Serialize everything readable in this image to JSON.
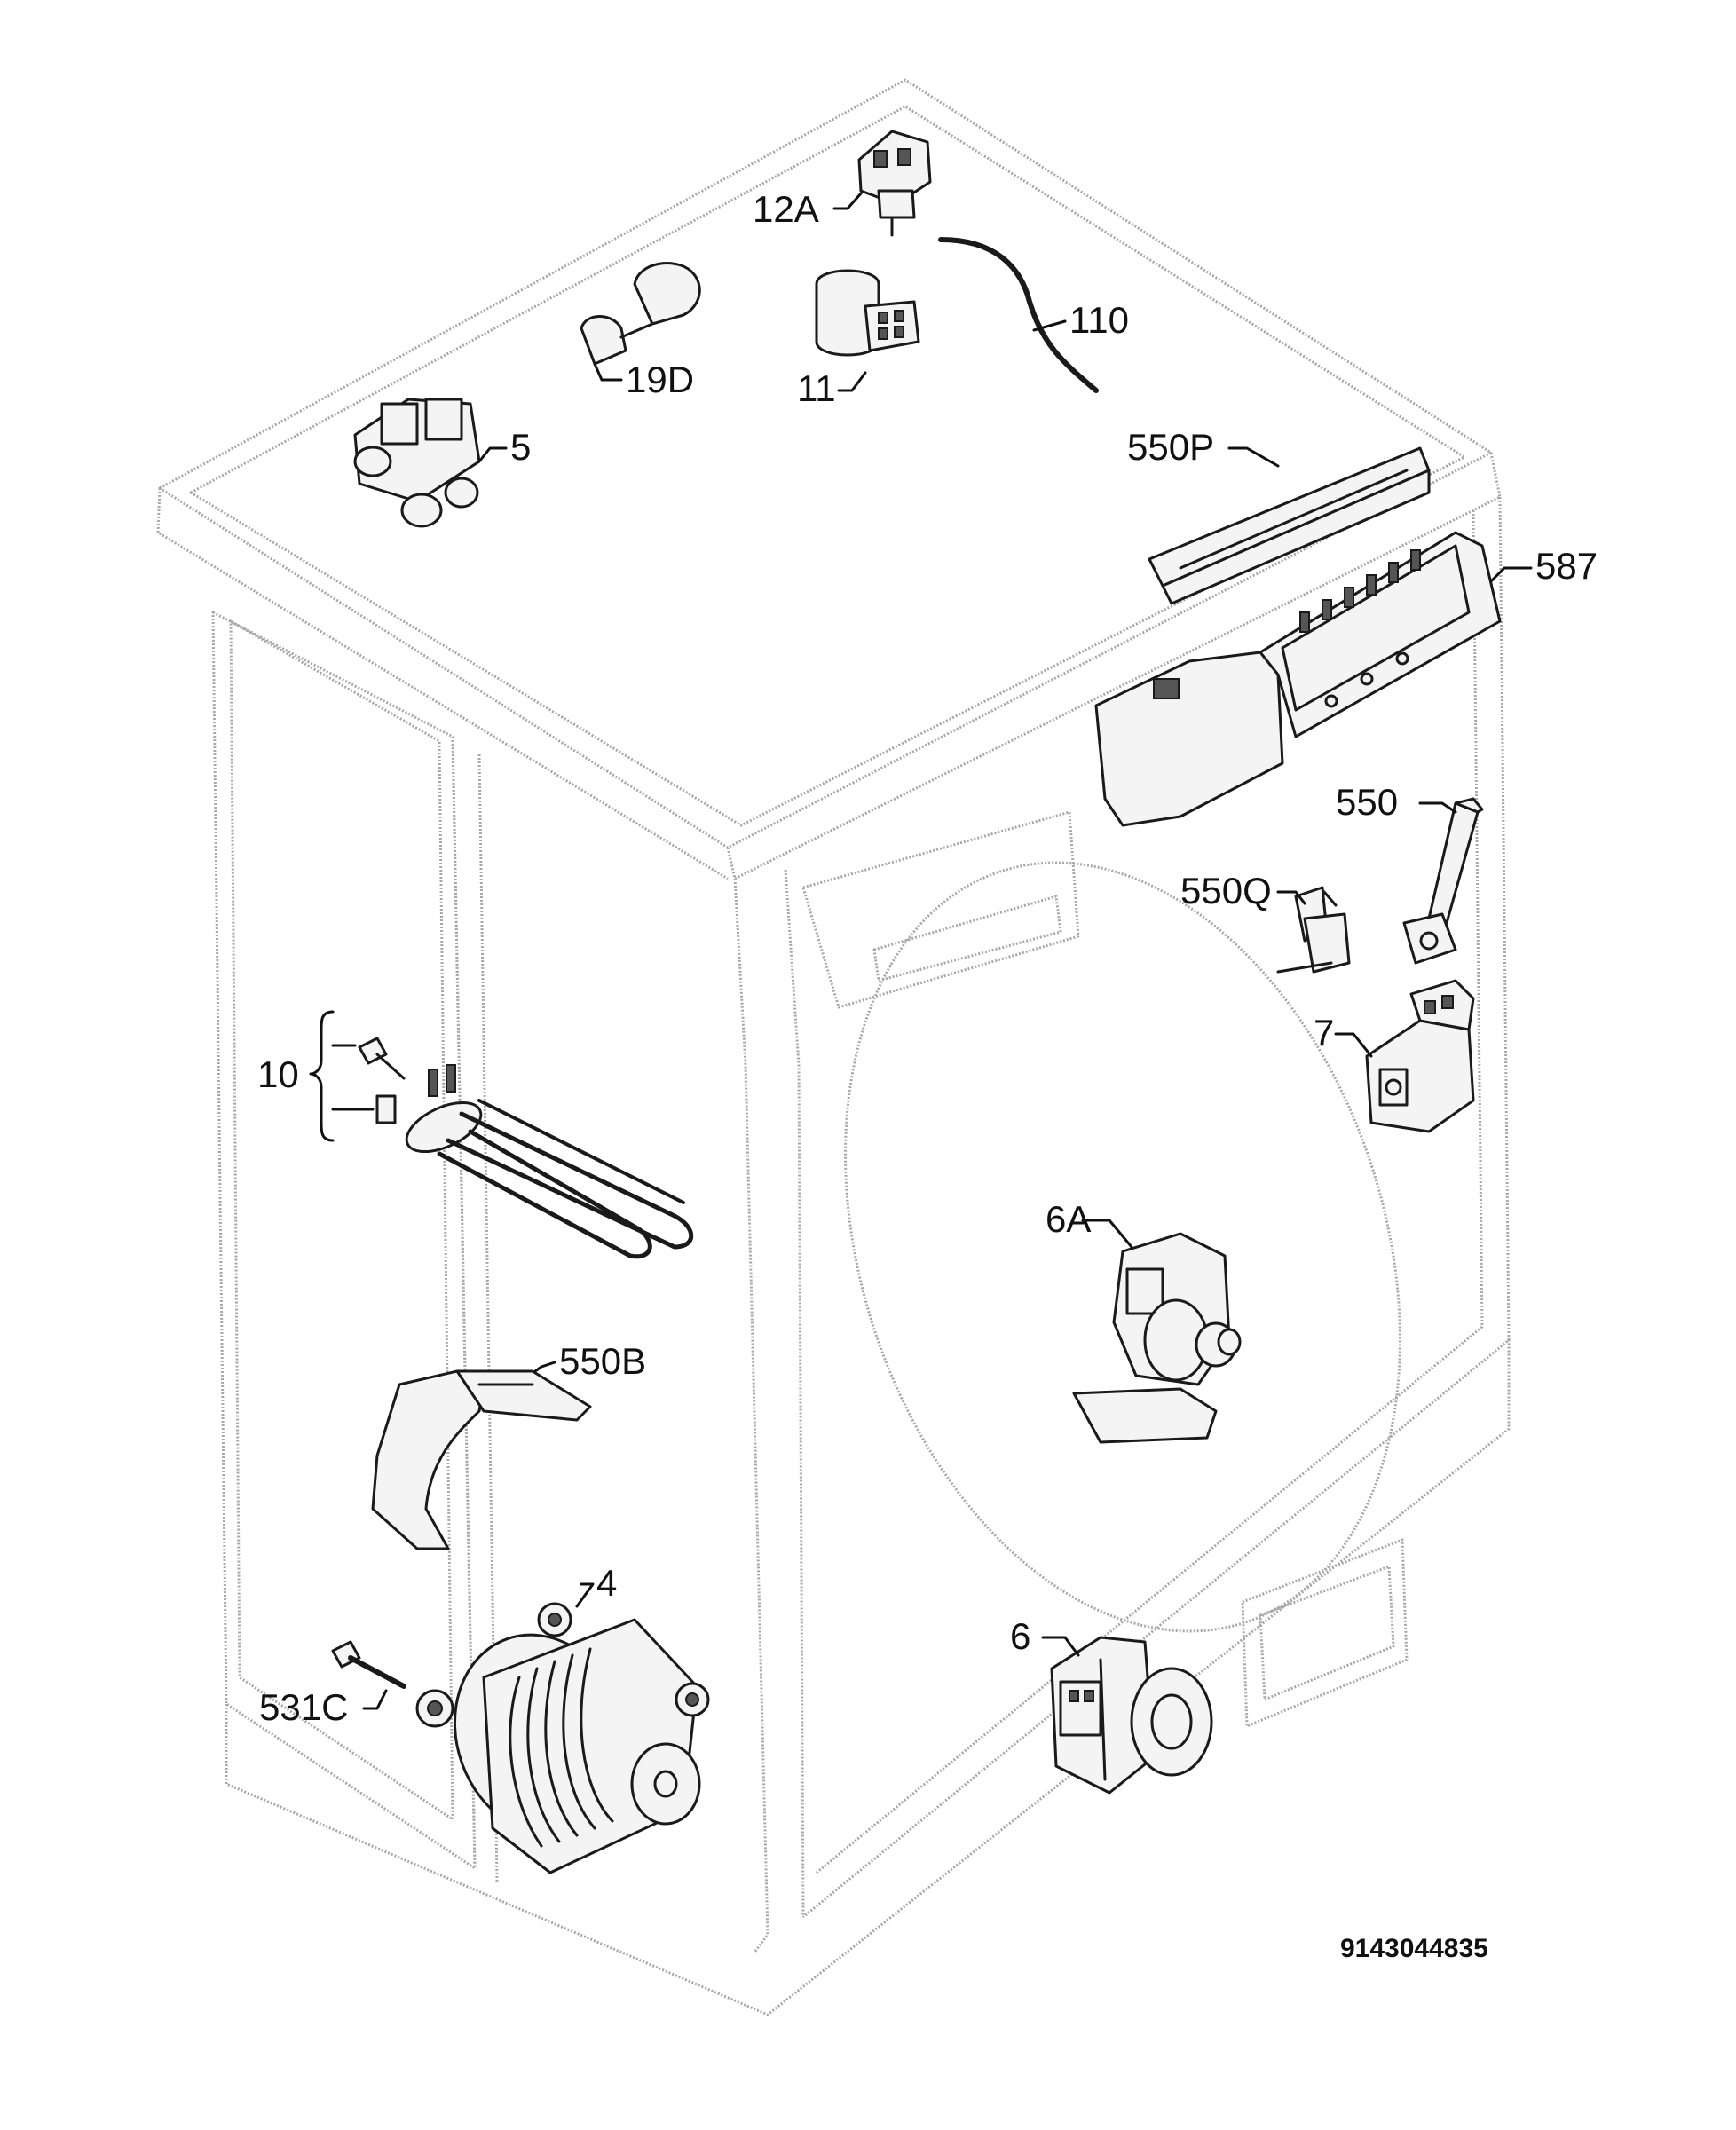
{
  "labels": {
    "l12A": "12A",
    "l110": "110",
    "l19D": "19D",
    "l11": "11",
    "l5": "5",
    "l550P": "550P",
    "l587": "587",
    "l550": "550",
    "l550Q": "550Q",
    "l7": "7",
    "l10": "10",
    "l6A": "6A",
    "l550B": "550B",
    "l4": "4",
    "l531C": "531C",
    "l6": "6"
  },
  "drawing_number": "9143044835",
  "colors": {
    "cabinet_outline": "#a8a8a8",
    "part_outline": "#1a1a1a",
    "text": "#111111"
  }
}
